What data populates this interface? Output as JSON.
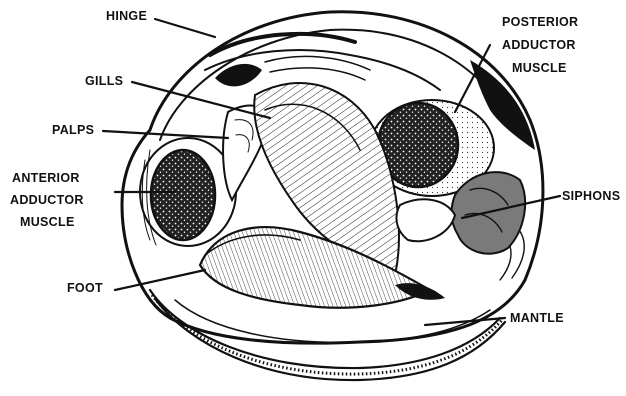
{
  "labels": {
    "hinge": "HINGE",
    "gills": "GILLS",
    "palps": "PALPS",
    "anterior_adductor": [
      "ANTERIOR",
      "ADDUCTOR",
      "MUSCLE"
    ],
    "foot": "FOOT",
    "posterior_adductor": [
      "POSTERIOR",
      "ADDUCTOR",
      "MUSCLE"
    ],
    "siphons": "SIPHONS",
    "mantle": "MANTLE"
  },
  "colors": {
    "ink": "#111111",
    "background": "#ffffff",
    "siphon_gray": "#7a7a7a"
  }
}
